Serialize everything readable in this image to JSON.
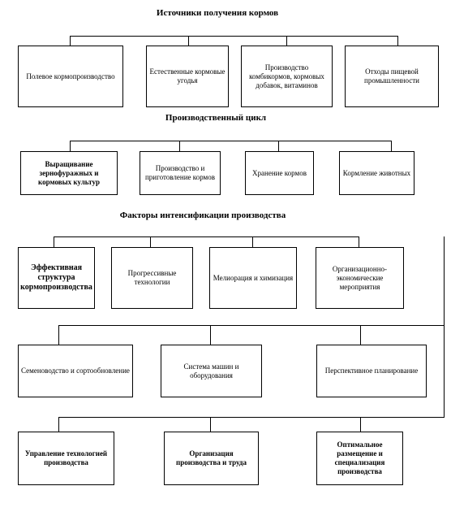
{
  "titles": {
    "sources": "Источники получения кормов",
    "cycle": "Производственный цикл",
    "factors": "Факторы интенсификации  производства"
  },
  "sources": [
    "Полевое кормопроизводство",
    "Естественные кормовые угодья",
    "Производство комбикормов, кормовых добавок, витаминов",
    "Отходы пищевой промышленности"
  ],
  "cycle": [
    "Выращивание зернофуражных и кормовых культур",
    "Производство и приготовление кормов",
    "Хранение кормов",
    "Кормление животных"
  ],
  "factors_row1": [
    "Эффективная структура кормопроизводства",
    "Прогрессивные технологии",
    "Мелиорация и химизация",
    "Организационно-экономические мероприятия"
  ],
  "factors_row2": [
    "Семеноводство и сортообновление",
    "Система машин и оборудования",
    "Перспективное планирование"
  ],
  "factors_row3": [
    "Управление технологией производства",
    "Организация производства и труда",
    "Оптимальное размещение и специализация производства"
  ]
}
